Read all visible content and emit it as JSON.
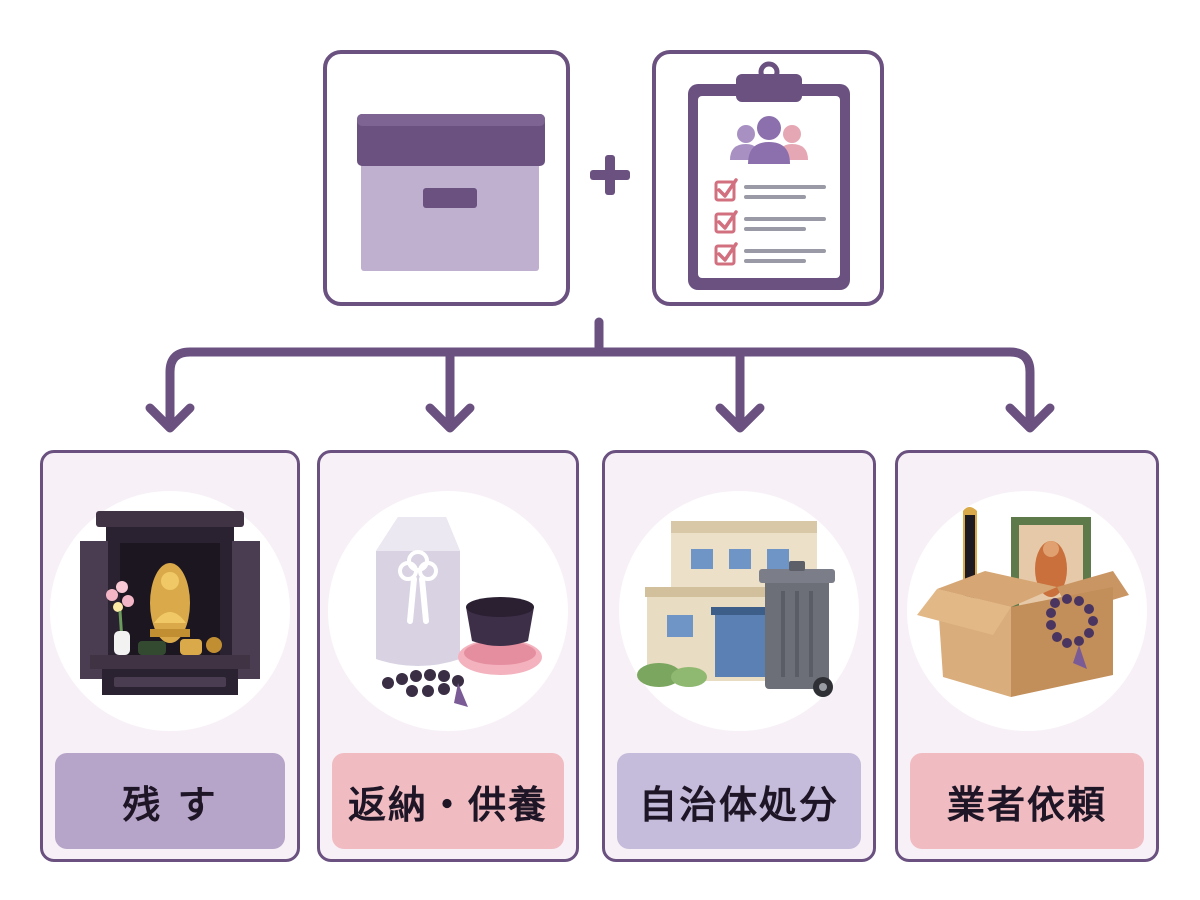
{
  "top": {
    "storage_icon": "storage-box-icon",
    "plus_icon": "plus-icon",
    "checklist_icon": "clipboard-checklist-icon"
  },
  "colors": {
    "primary": "#6a5180",
    "label_keep": "#b6a4c9",
    "label_return": "#f0bcc2",
    "label_municipal": "#c5bbda",
    "label_vendor": "#f0bcc2",
    "card_background": "#f7f1f7"
  },
  "options": [
    {
      "label": "残 す",
      "icon": "butsudan-altar-icon"
    },
    {
      "label": "返納・供養",
      "icon": "memorial-service-items-icon"
    },
    {
      "label": "自治体処分",
      "icon": "municipal-disposal-icon"
    },
    {
      "label": "業者依頼",
      "icon": "vendor-box-icon"
    }
  ]
}
